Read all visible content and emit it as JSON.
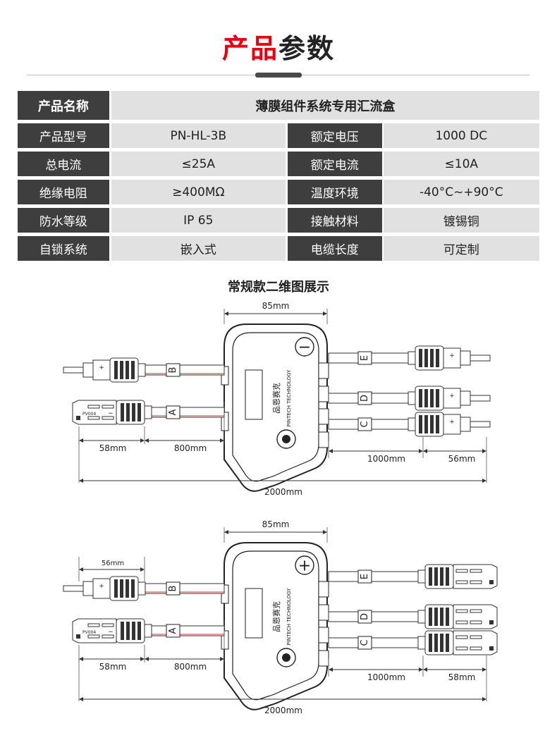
{
  "header": {
    "title_red": "产品",
    "title_dark": "参数"
  },
  "table": {
    "name_label": "产品名称",
    "name_value": "薄膜组件系统专用汇流盒",
    "rows": [
      {
        "l1": "产品型号",
        "v1": "PN-HL-3B",
        "l2": "额定电压",
        "v2": "1000 DC"
      },
      {
        "l1": "总电流",
        "v1": "≤25A",
        "l2": "额定电流",
        "v2": "≤10A"
      },
      {
        "l1": "绝缘电阻",
        "v1": "≥400MΩ",
        "l2": "温度环境",
        "v2": "-40°C~+90°C"
      },
      {
        "l1": "防水等级",
        "v1": "IP 65",
        "l2": "接触材料",
        "v2": "镀锡铜"
      },
      {
        "l1": "自锁系统",
        "v1": "嵌入式",
        "l2": "电缆长度",
        "v2": "可定制"
      }
    ]
  },
  "diagram_section": {
    "title": "常规款二维图展示"
  },
  "diagram1": {
    "width_label": "85mm",
    "left_conn_label": "58mm",
    "left_cable_label": "800mm",
    "right_cable_label": "1000mm",
    "right_conn_label": "56mm",
    "total_label": "2000mm",
    "tags": [
      "B",
      "A",
      "E",
      "D",
      "C"
    ],
    "polarity_symbol": "−",
    "plus_sign": "+",
    "minus_sign": "−",
    "connector_text": "PV004",
    "brand_text": "品恩赛克",
    "brand_sub": "PINTECH TECHNOLOGY"
  },
  "diagram2": {
    "width_label": "85mm",
    "top_conn_label": "56mm",
    "left_conn_label": "58mm",
    "left_cable_label": "800mm",
    "right_cable_label": "1000mm",
    "right_conn_label": "58mm",
    "total_label": "2000mm",
    "tags": [
      "B",
      "A",
      "E",
      "D",
      "C"
    ],
    "polarity_symbol": "+",
    "plus_sign": "+",
    "minus_sign": "−",
    "connector_text": "PV004",
    "brand_text": "品恩赛克",
    "brand_sub": "PINTECH TECHNOLOGY"
  }
}
